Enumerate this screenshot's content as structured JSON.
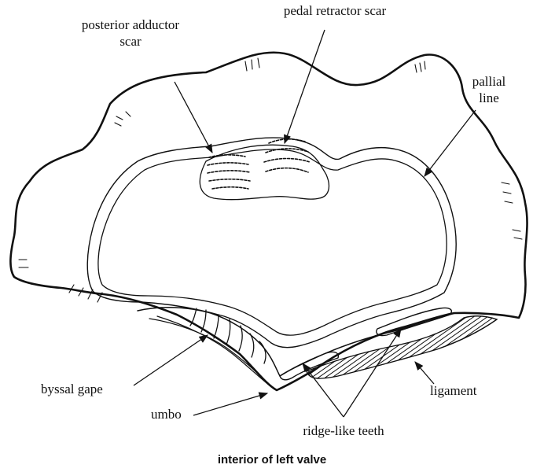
{
  "labels": {
    "posterior_adductor_line1": "posterior adductor",
    "posterior_adductor_line2": "scar",
    "pedal_retractor": "pedal retractor scar",
    "pallial_line1": "pallial",
    "pallial_line2": "line",
    "byssal_gape": "byssal gape",
    "umbo": "umbo",
    "ligament": "ligament",
    "ridge_like_teeth": "ridge-like teeth"
  },
  "caption": "interior of left valve"
}
